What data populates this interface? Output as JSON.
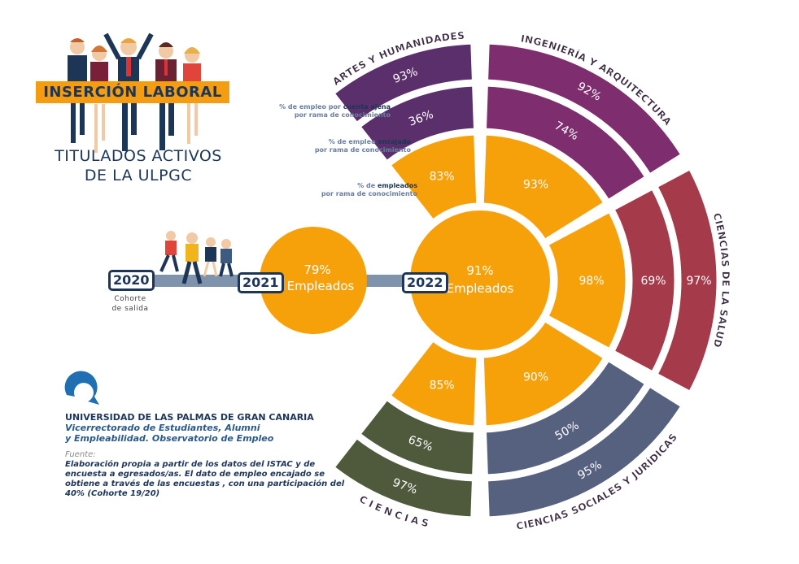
{
  "header": {
    "banner": "INSERCIÓN LABORAL",
    "subtitle_line1": "TITULADOS ACTIVOS",
    "subtitle_line2": "DE LA ULPGC"
  },
  "timeline": {
    "years": [
      "2020",
      "2021",
      "2022"
    ],
    "cohorte_line1": "Cohorte",
    "cohorte_line2": "de salida",
    "y2021": {
      "value": "79%",
      "label": "Empleados"
    },
    "y2022": {
      "value": "91%",
      "label": "Empleados"
    }
  },
  "legend": {
    "cuenta_ajena": {
      "pre": "% de empleo por ",
      "bold": "cuenta ajena",
      "line2": "por rama de conocimiento"
    },
    "encajado": {
      "pre": "% de empleo  ",
      "bold": "encajado",
      "line2": "por rama de conocimiento"
    },
    "empleados": {
      "pre": "% de ",
      "bold": "empleados",
      "line2": "por rama de conocimiento"
    }
  },
  "branches": [
    {
      "name": "ARTES Y HUMANIDADES",
      "color": "#5b2f6b",
      "empleados": "83%",
      "encajado": "36%",
      "cuenta_ajena": "93%"
    },
    {
      "name": "INGENIERÍA Y ARQUITECTURA",
      "color": "#7e2d6f",
      "empleados": "93%",
      "encajado": "74%",
      "cuenta_ajena": "92%"
    },
    {
      "name": "CIENCIAS DE LA SALUD",
      "color": "#a53a4b",
      "empleados": "98%",
      "encajado": "69%",
      "cuenta_ajena": "97%"
    },
    {
      "name": "CIENCIAS SOCIALES Y JURÍDICAS",
      "color": "#56607f",
      "empleados": "90%",
      "encajado": "50%",
      "cuenta_ajena": "95%"
    },
    {
      "name": "CIENCIAS",
      "color": "#4e5a3b",
      "empleados": "85%",
      "encajado": "65%",
      "cuenta_ajena": "97%"
    }
  ],
  "colors": {
    "accent": "#f7a10a",
    "navy": "#1d3557",
    "timeline_bar": "#7f93ad"
  },
  "footer": {
    "university": "UNIVERSIDAD DE LAS PALMAS DE GRAN CANARIA",
    "dept_line1": "Vicerrectorado de Estudiantes, Alumni",
    "dept_line2": "y Empleabilidad. Observatorio de Empleo",
    "source_label": "Fuente:",
    "source_text": "Elaboración propia a partir de los datos del ISTAC y de encuesta a egresados/as. El dato de empleo encajado se obtiene a través de las encuestas , con una participación del 40% (Cohorte 19/20)"
  }
}
